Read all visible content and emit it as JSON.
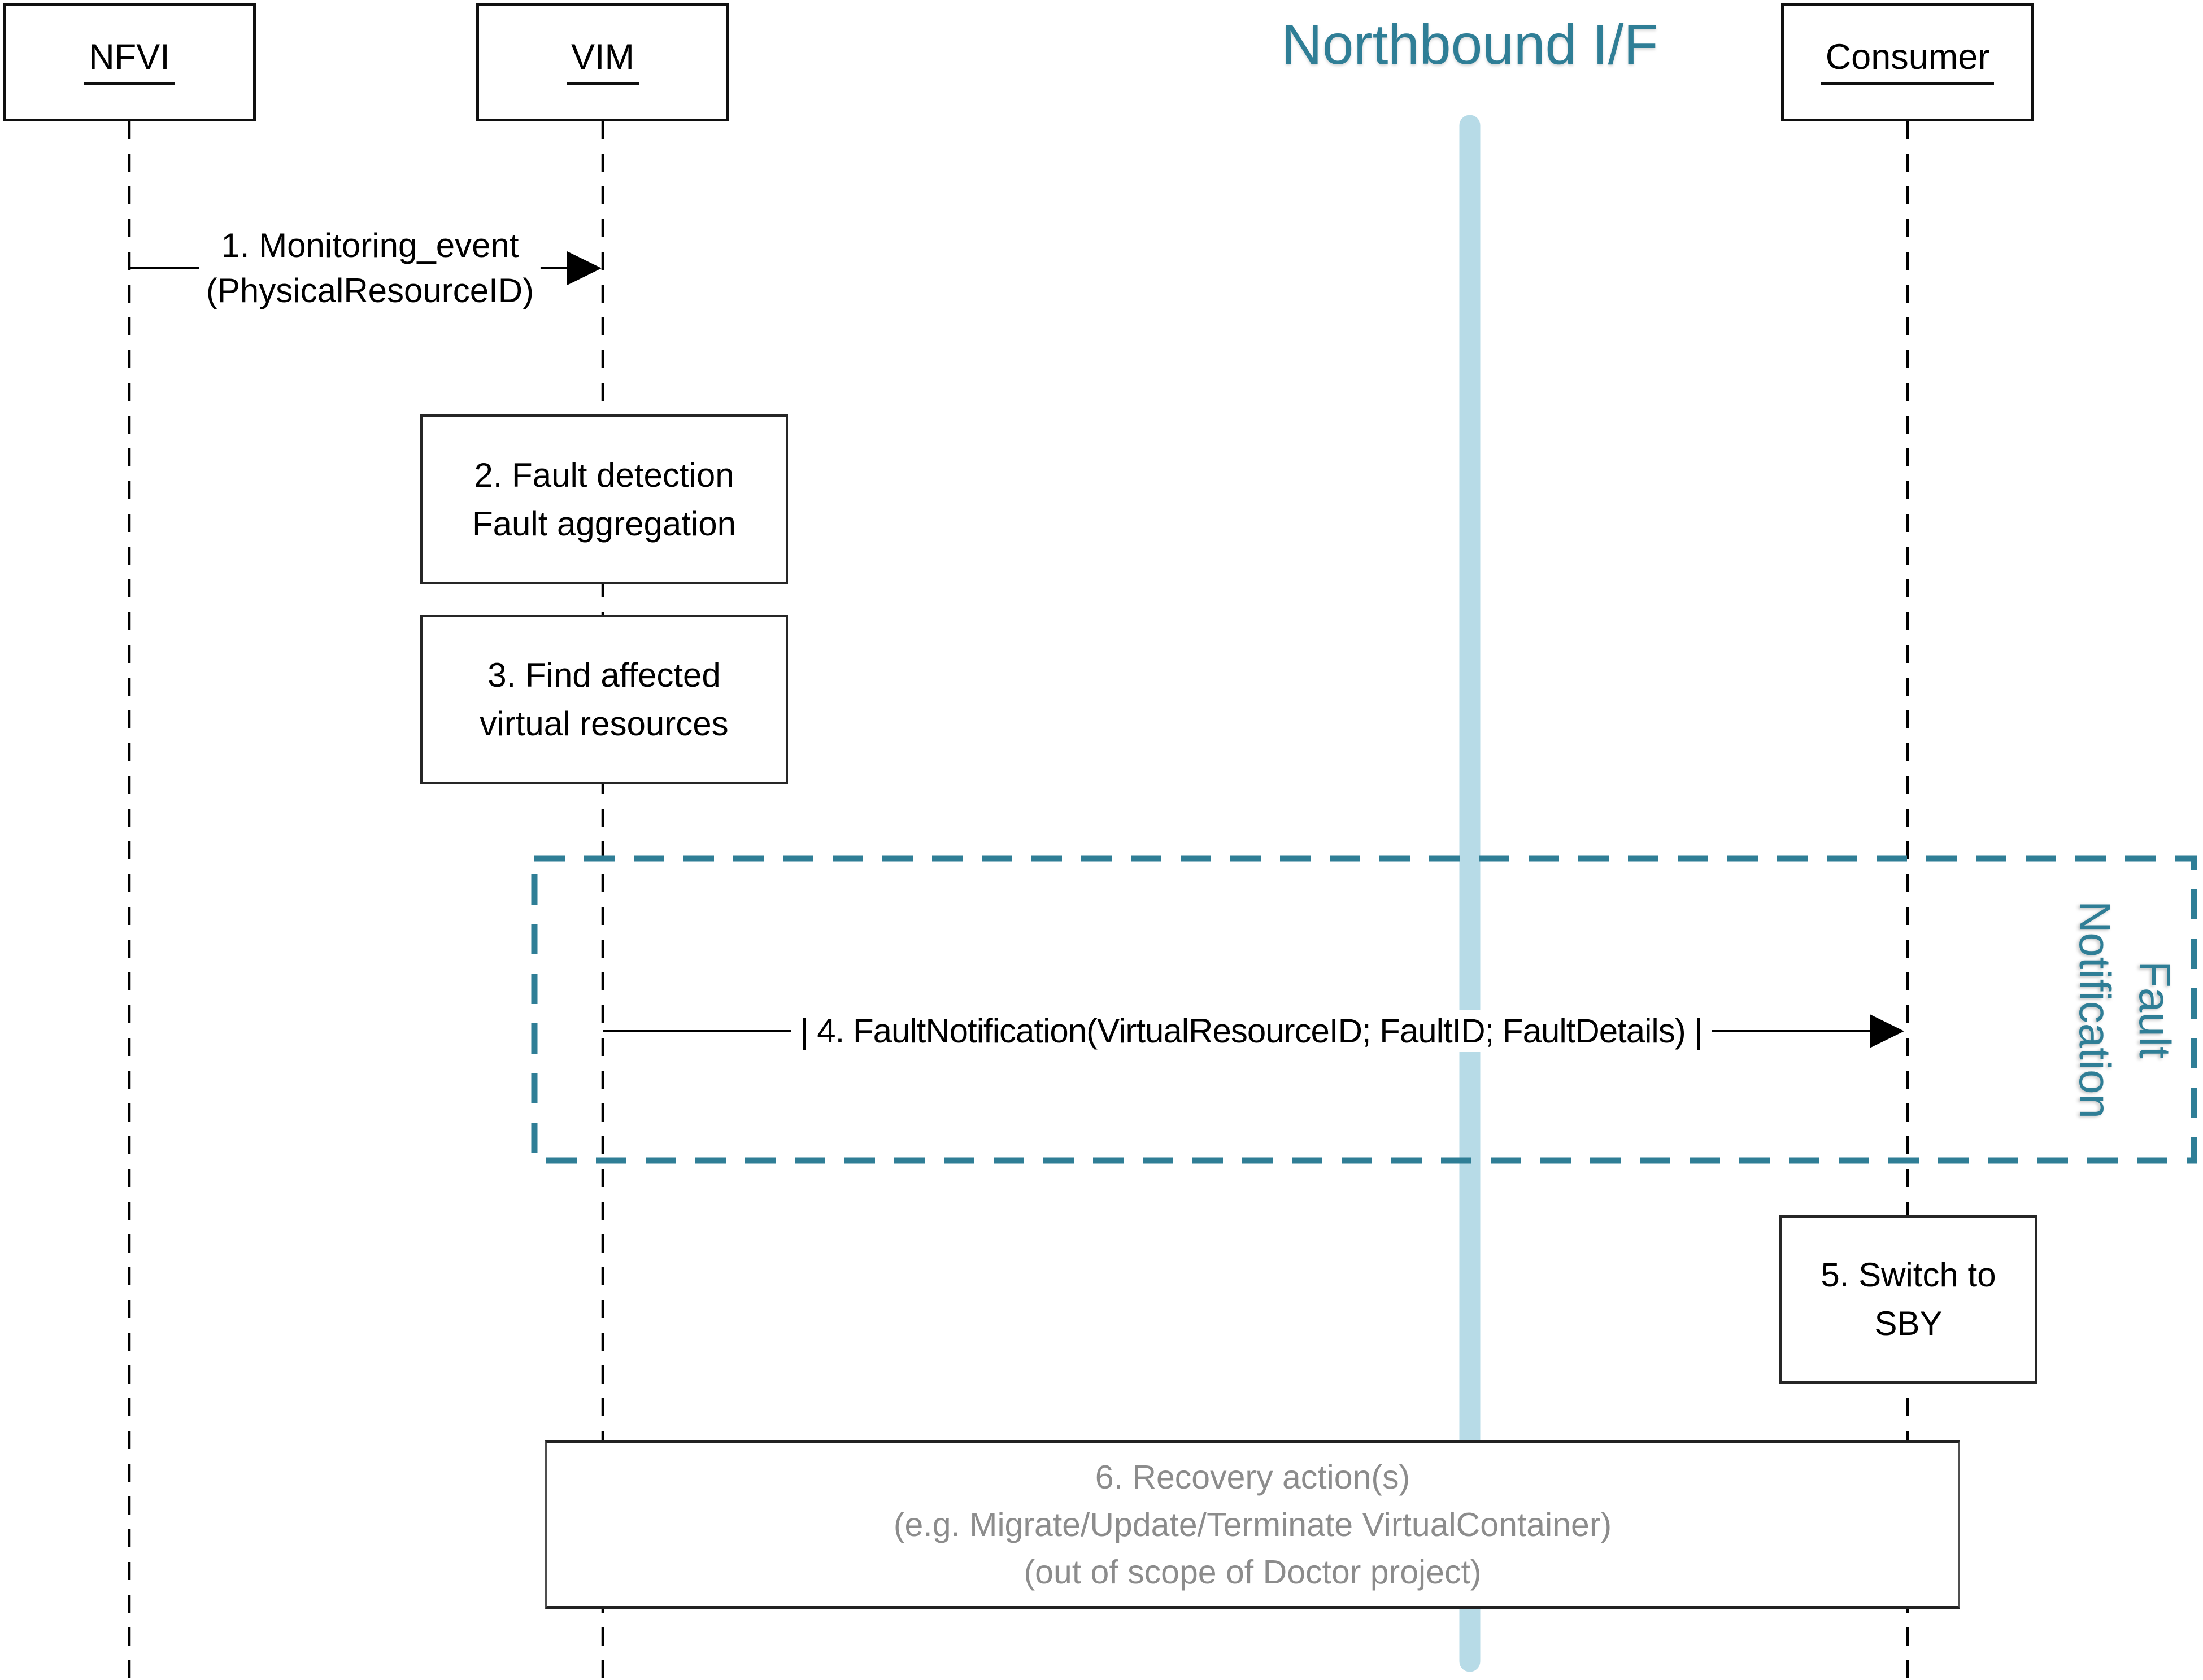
{
  "diagram": {
    "title": "Northbound I/F",
    "actors": [
      {
        "label": "NFVI"
      },
      {
        "label": "VIM"
      },
      {
        "label": "Consumer"
      }
    ],
    "messages": [
      {
        "from": "NFVI",
        "to": "VIM",
        "lines": [
          "1. Monitoring_event",
          "(PhysicalResourceID)"
        ]
      },
      {
        "from": "VIM",
        "to": "Consumer",
        "lines": [
          "| 4. FaultNotification(VirtualResourceID; FaultID; FaultDetails) |"
        ]
      }
    ],
    "activities": [
      {
        "on": "VIM",
        "lines": [
          "2. Fault detection",
          "Fault aggregation"
        ]
      },
      {
        "on": "VIM",
        "lines": [
          "3. Find affected",
          "virtual resources"
        ]
      },
      {
        "on": "Consumer",
        "lines": [
          "5. Switch to",
          "SBY"
        ]
      },
      {
        "on": "VIM-Consumer",
        "lines": [
          "6. Recovery action(s)",
          "(e.g. Migrate/Update/Terminate VirtualContainer)",
          "(out of scope of Doctor project)"
        ]
      }
    ],
    "frame": {
      "lines": [
        "Fault",
        "Notification"
      ]
    },
    "colors": {
      "teal": "#2F7E96",
      "light_blue": "#B7DBE7",
      "gray_text": "#8C8C8C",
      "line_black": "#000000"
    }
  }
}
